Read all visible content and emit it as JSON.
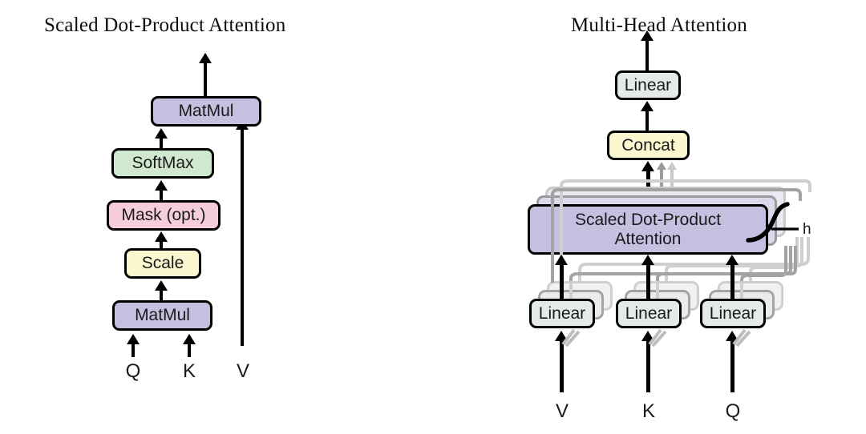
{
  "figure": {
    "left_panel": {
      "title": "Scaled Dot-Product Attention",
      "nodes": [
        {
          "id": "matmul-top",
          "label": "MatMul",
          "color": "#c5bfe0"
        },
        {
          "id": "softmax",
          "label": "SoftMax",
          "color": "#d0e7d0"
        },
        {
          "id": "mask",
          "label": "Mask (opt.)",
          "color": "#f6cddd"
        },
        {
          "id": "scale",
          "label": "Scale",
          "color": "#fbf7cf"
        },
        {
          "id": "matmul-bot",
          "label": "MatMul",
          "color": "#c5bfe0"
        }
      ],
      "inputs": [
        {
          "id": "q",
          "label": "Q"
        },
        {
          "id": "k",
          "label": "K"
        },
        {
          "id": "v",
          "label": "V"
        }
      ]
    },
    "right_panel": {
      "title": "Multi-Head Attention",
      "nodes": [
        {
          "id": "linear-out",
          "label": "Linear",
          "color": "#e4eae5"
        },
        {
          "id": "concat",
          "label": "Concat",
          "color": "#fbf7cf"
        },
        {
          "id": "sdpa",
          "label_line1": "Scaled Dot-Product",
          "label_line2": "Attention",
          "color": "#c5bfe0"
        },
        {
          "id": "linear-v",
          "label": "Linear",
          "color": "#e4eae5"
        },
        {
          "id": "linear-k",
          "label": "Linear",
          "color": "#e4eae5"
        },
        {
          "id": "linear-q",
          "label": "Linear",
          "color": "#e4eae5"
        }
      ],
      "heads_annotation": "h",
      "inputs": [
        {
          "id": "v",
          "label": "V"
        },
        {
          "id": "k",
          "label": "K"
        },
        {
          "id": "q",
          "label": "Q"
        }
      ]
    },
    "colors": {
      "purple": "#c5bfe0",
      "green": "#d0e7d0",
      "pink": "#f6cddd",
      "yellow": "#fbf7cf",
      "gray_green": "#e4eae5",
      "stroke": "#000000",
      "background": "#ffffff"
    }
  }
}
